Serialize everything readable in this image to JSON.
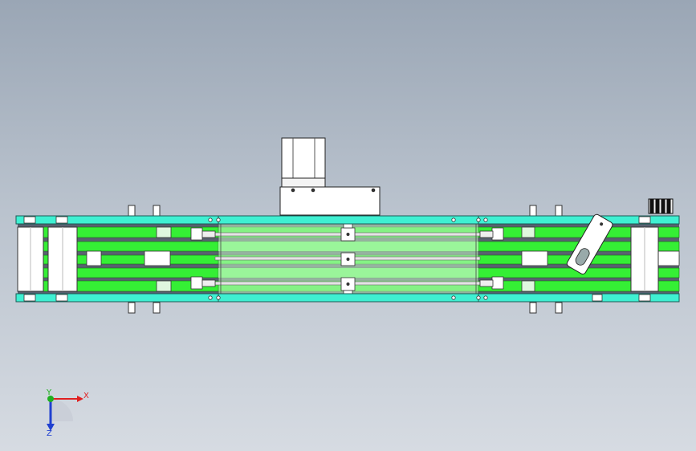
{
  "viewport": {
    "background_top": "#9aa6b5",
    "background_bottom": "#d6dbe2"
  },
  "model": {
    "frame_color": "#3ff0d2",
    "belt_color": "#35ef35",
    "belt_light_color": "#8ff58f",
    "part_color": "#ffffff",
    "shaft_color": "#d9d9d9",
    "outline_color": "#222222"
  },
  "triad": {
    "x_label": "X",
    "y_label": "Y",
    "z_label": "Z",
    "x_color": "#e02020",
    "y_color": "#20b020",
    "z_color": "#2040d0"
  }
}
